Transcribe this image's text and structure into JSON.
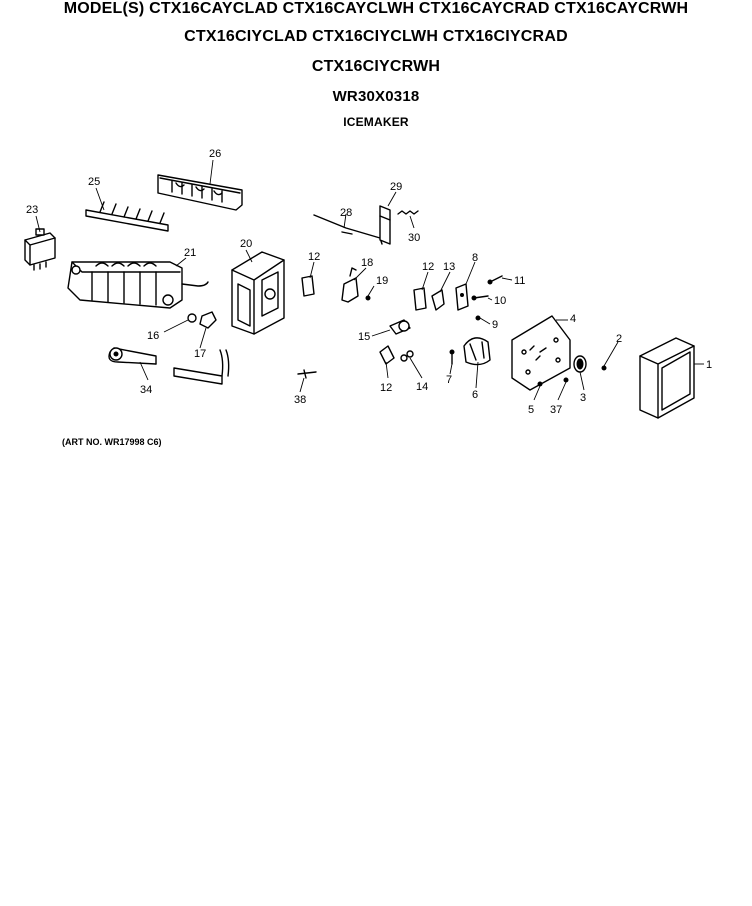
{
  "header": {
    "line1": "MODEL(S) CTX16CAYCLAD CTX16CAYCLWH CTX16CAYCRAD CTX16CAYCRWH",
    "line2": "CTX16CIYCLAD CTX16CIYCLWH CTX16CIYCRAD",
    "line3": "CTX16CIYCRWH",
    "part_number": "WR30X0318",
    "assembly_name": "ICEMAKER"
  },
  "art_number": "(ART NO. WR17998 C6)",
  "callouts": {
    "c1": "1",
    "c2": "2",
    "c3": "3",
    "c4": "4",
    "c5": "5",
    "c6": "6",
    "c7": "7",
    "c8": "8",
    "c9": "9",
    "c10": "10",
    "c11": "11",
    "c12a": "12",
    "c12b": "12",
    "c12c": "12",
    "c13": "13",
    "c14": "14",
    "c15": "15",
    "c16": "16",
    "c17": "17",
    "c18": "18",
    "c19": "19",
    "c20": "20",
    "c21": "21",
    "c23": "23",
    "c25": "25",
    "c26": "26",
    "c28": "28",
    "c29": "29",
    "c30": "30",
    "c34": "34",
    "c37": "37",
    "c38": "38"
  }
}
